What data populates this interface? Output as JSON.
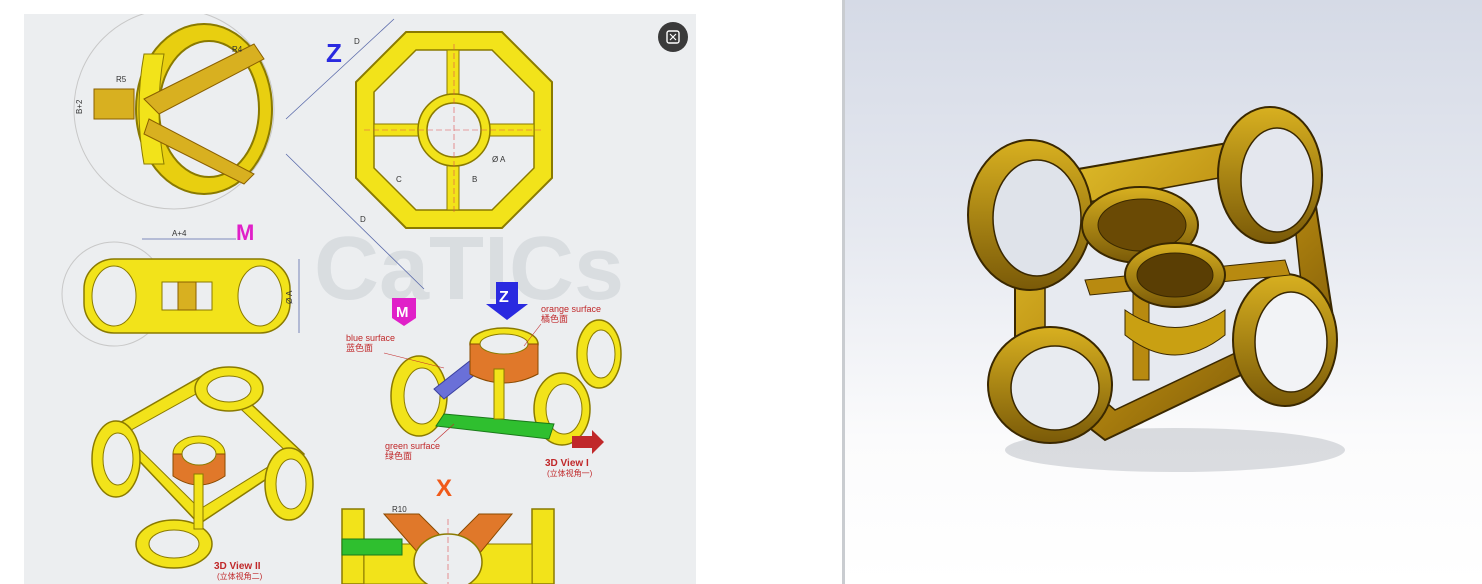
{
  "drawing": {
    "views": {
      "z_label": "Z",
      "m_label": "M",
      "x_label": "X",
      "z_arrow_label": "Z",
      "m_badge_label": "M"
    },
    "dimensions": {
      "b_plus_2": "B+2",
      "r4": "R4",
      "r5": "R5",
      "d_top": "D",
      "d_bottom": "D",
      "a_plus_4": "A+4",
      "phi_a_m": "Ø A",
      "phi_a_z": "Ø A",
      "b_z": "B",
      "c_z": "C",
      "r10": "R10"
    },
    "annotations": {
      "orange_surface_en": "orange surface",
      "orange_surface_cn": "橘色面",
      "blue_surface_en": "blue surface",
      "blue_surface_cn": "蓝色面",
      "green_surface_en": "green surface",
      "green_surface_cn": "绿色面",
      "view1_en": "3D View I",
      "view1_cn": "(立体视角一)",
      "view2_en": "3D View II",
      "view2_cn": "(立体视角二)"
    },
    "colors": {
      "part_yellow": "#f2e31a",
      "label_blue": "#2a2ae0",
      "label_magenta": "#e020c8",
      "label_orange": "#f05a1a",
      "surface_orange": "#e0782a",
      "surface_green": "#2fbf2f",
      "surface_blue": "#6a70d8",
      "annotation_red": "#c0282a"
    }
  },
  "model_view": {
    "part_color": "#c9a012"
  },
  "icons": {
    "expand": "expand-icon"
  }
}
